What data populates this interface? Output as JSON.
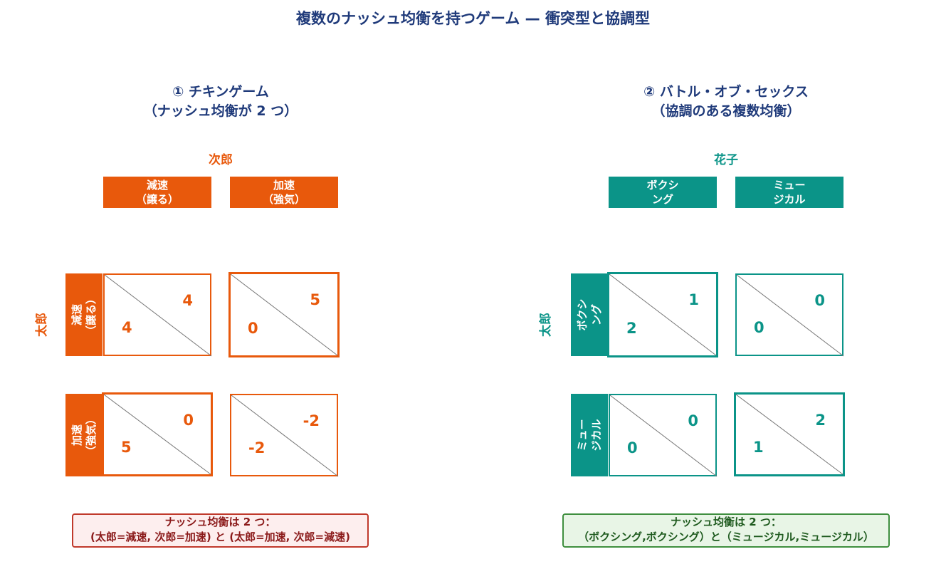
{
  "title": "複数のナッシュ均衡を持つゲーム — 衝突型と協調型",
  "colors": {
    "title": "#1f3a7a",
    "chicken": "#e8590c",
    "bos": "#0b9488",
    "note1_bg": "#fdeeee",
    "note1_border": "#c0392b",
    "note1_text": "#8b1a1a",
    "note2_bg": "#e8f5e6",
    "note2_border": "#3f8f3f",
    "note2_text": "#1e5a1e"
  },
  "games": [
    {
      "title_line1": "① チキンゲーム",
      "title_line2": "（ナッシュ均衡が 2 つ）",
      "column_player": "次郎",
      "row_player": "太郎",
      "columns": [
        {
          "line1": "減速",
          "line2": "（譲る）"
        },
        {
          "line1": "加速",
          "line2": "（強気）"
        }
      ],
      "rows": [
        {
          "line1": "減速",
          "line2": "（譲る）"
        },
        {
          "line1": "加速",
          "line2": "（強気）"
        }
      ],
      "payoffs": [
        [
          {
            "row": "4",
            "col": "4",
            "equilibrium": false
          },
          {
            "row": "0",
            "col": "5",
            "equilibrium": true
          }
        ],
        [
          {
            "row": "5",
            "col": "0",
            "equilibrium": true
          },
          {
            "row": "-2",
            "col": "-2",
            "equilibrium": false
          }
        ]
      ],
      "note_line1": "ナッシュ均衡は 2 つ：",
      "note_line2": "(太郎=減速, 次郎=加速) と (太郎=加速, 次郎=減速)"
    },
    {
      "title_line1": "② バトル・オブ・セックス",
      "title_line2": "（協調のある複数均衡）",
      "column_player": "花子",
      "row_player": "太郎",
      "columns": [
        {
          "line1": "ボクシ",
          "line2": "ング"
        },
        {
          "line1": "ミュー",
          "line2": "ジカル"
        }
      ],
      "rows": [
        {
          "line1": "ボクシ",
          "line2": "ング"
        },
        {
          "line1": "ミュー",
          "line2": "ジカル"
        }
      ],
      "payoffs": [
        [
          {
            "row": "2",
            "col": "1",
            "equilibrium": true
          },
          {
            "row": "0",
            "col": "0",
            "equilibrium": false
          }
        ],
        [
          {
            "row": "0",
            "col": "0",
            "equilibrium": false
          },
          {
            "row": "1",
            "col": "2",
            "equilibrium": true
          }
        ]
      ],
      "note_line1": "ナッシュ均衡は 2 つ：",
      "note_line2": "（ボクシング,ボクシング）と（ミュージカル,ミュージカル）"
    }
  ]
}
